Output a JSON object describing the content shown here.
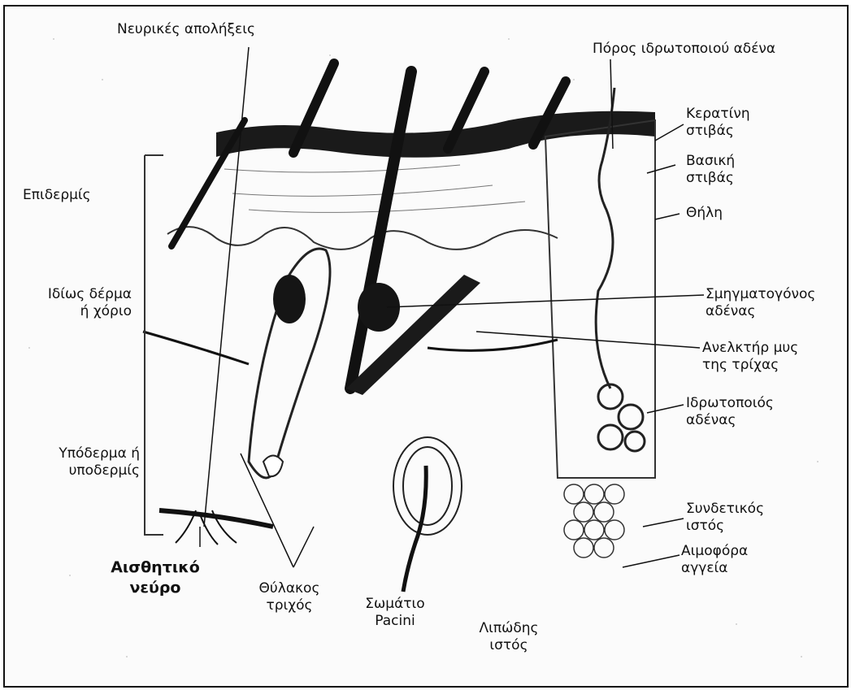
{
  "diagram": {
    "labels": {
      "nerve_endings": "Νευρικές απολήξεις",
      "sweat_pore": "Πόρος ιδρωτοποιού αδένα",
      "keratin_layer": [
        "Κερατίνη",
        "στιβάς"
      ],
      "basal_layer": [
        "Βασική",
        "στιβάς"
      ],
      "papillae": "Θήλη",
      "epidermis": "Επιδερμίς",
      "dermis": [
        "Ιδίως δέρμα",
        "ή χόριο"
      ],
      "hypodermis": [
        "Υπόδερμα ή",
        "υποδερμίς"
      ],
      "sebaceous_gland": [
        "Σμηγματογόνος",
        "αδένας"
      ],
      "arrector_pili": [
        "Ανελκτήρ μυς",
        "της τρίχας"
      ],
      "sweat_gland": [
        "Ιδρωτοποιός",
        "αδένας"
      ],
      "connective_tissue": [
        "Συνδετικός",
        "ιστός"
      ],
      "blood_vessels": [
        "Αιμοφόρα",
        "αγγεία"
      ],
      "sensory_nerve": [
        "Αισθητικό",
        "νεύρο"
      ],
      "hair_follicle": [
        "Θύλακος",
        "τριχός"
      ],
      "pacinian_corpuscle": [
        "Σωμάτιο",
        "Pacini"
      ],
      "adipose_tissue": [
        "Λιπώδης",
        "ιστός"
      ]
    }
  }
}
